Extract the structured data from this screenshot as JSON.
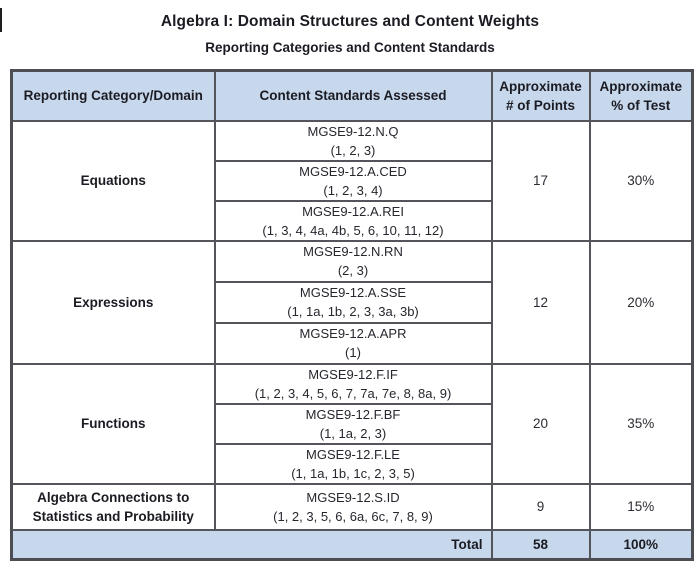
{
  "page": {
    "title": "Algebra I: Domain Structures and Content Weights",
    "subtitle": "Reporting Categories and Content Standards"
  },
  "colors": {
    "header_bg": "#c7d8ec",
    "border": "#54555b",
    "text": "#1b1b23"
  },
  "table": {
    "headers": [
      "Reporting Category/Domain",
      "Content Standards Assessed",
      "Approximate\n# of Points",
      "Approximate\n% of Test"
    ],
    "sections": [
      {
        "category": "Equations",
        "standards": [
          {
            "code": "MGSE9-12.N.Q",
            "elements": "(1, 2, 3)"
          },
          {
            "code": "MGSE9-12.A.CED",
            "elements": "(1, 2, 3, 4)"
          },
          {
            "code": "MGSE9-12.A.REI",
            "elements": "(1, 3, 4, 4a, 4b, 5, 6, 10, 11, 12)"
          }
        ],
        "points": "17",
        "percent": "30%"
      },
      {
        "category": "Expressions",
        "standards": [
          {
            "code": "MGSE9-12.N.RN",
            "elements": "(2, 3)"
          },
          {
            "code": "MGSE9-12.A.SSE",
            "elements": "(1, 1a, 1b, 2, 3, 3a, 3b)"
          },
          {
            "code": "MGSE9-12.A.APR",
            "elements": "(1)"
          }
        ],
        "points": "12",
        "percent": "20%"
      },
      {
        "category": "Functions",
        "standards": [
          {
            "code": "MGSE9-12.F.IF",
            "elements": "(1, 2, 3, 4, 5, 6, 7, 7a, 7e, 8, 8a, 9)"
          },
          {
            "code": "MGSE9-12.F.BF",
            "elements": "(1, 1a, 2, 3)"
          },
          {
            "code": "MGSE9-12.F.LE",
            "elements": "(1, 1a, 1b, 1c, 2, 3, 5)"
          }
        ],
        "points": "20",
        "percent": "35%"
      },
      {
        "category": "Algebra Connections to\nStatistics and Probability",
        "standards": [
          {
            "code": "MGSE9-12.S.ID",
            "elements": "(1, 2, 3, 5, 6, 6a, 6c, 7, 8, 9)"
          }
        ],
        "points": "9",
        "percent": "15%"
      }
    ],
    "total": {
      "label": "Total",
      "points": "58",
      "percent": "100%"
    }
  }
}
